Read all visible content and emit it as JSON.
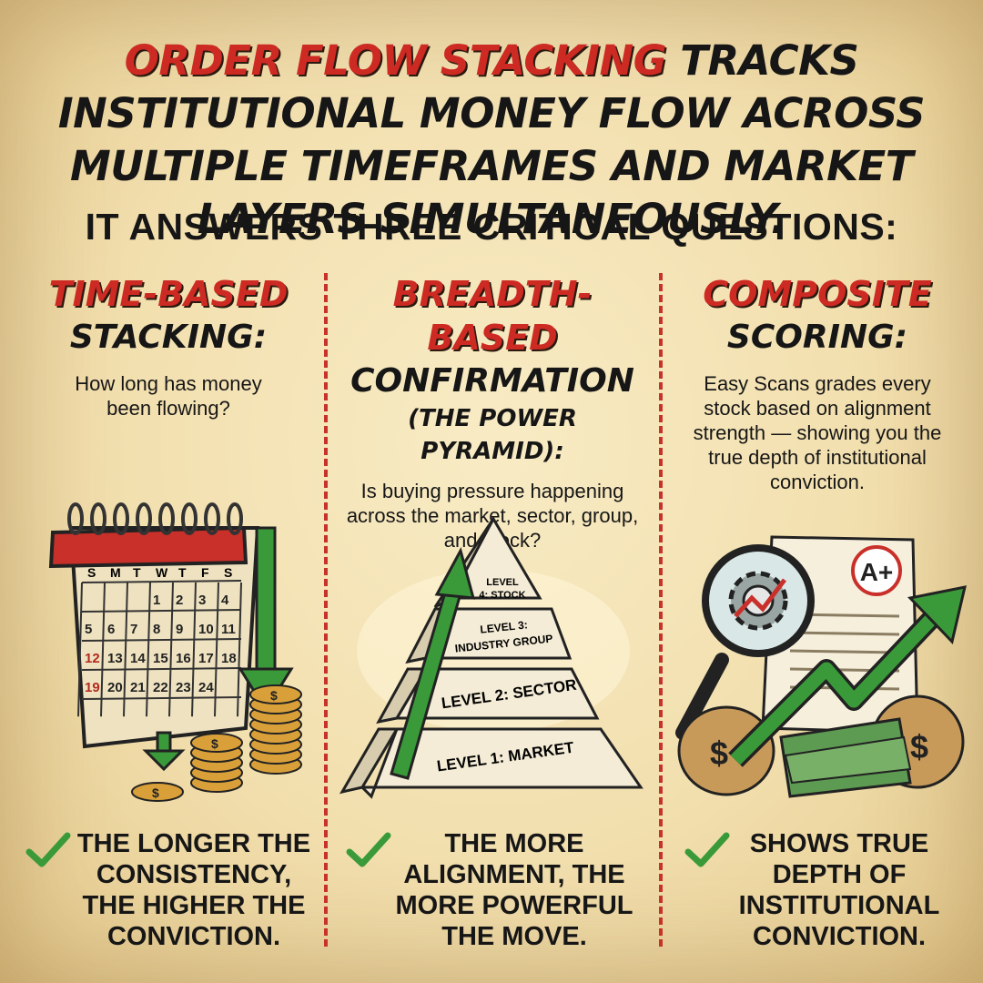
{
  "headline": {
    "highlight": "ORDER FLOW STACKING",
    "rest": " TRACKS INSTITUTIONAL MONEY FLOW ACROSS MULTIPLE TIMEFRAMES AND MARKET LAYERS SIMULTANEOUSLY."
  },
  "subhead": "IT ANSWERS THREE CRITICAL QUESTIONS:",
  "columns": [
    {
      "title_red": "TIME-BASED",
      "title_black": "STACKING:",
      "question": "How long has money been flowing?",
      "takeaway": "THE LONGER THE CONSISTENCY, THE HIGHER THE CONVICTION."
    },
    {
      "title_red": "BREADTH-BASED",
      "title_black": "CONFIRMATION",
      "title_sub": "(THE POWER PYRAMID):",
      "question": "Is buying pressure happening across the market, sector, group, and stock?",
      "takeaway": "THE MORE ALIGNMENT, THE MORE POWERFUL THE MOVE."
    },
    {
      "title_red": "COMPOSITE",
      "title_black": "SCORING:",
      "question": "Easy Scans grades every stock based on alignment strength — showing you the true depth of institutional conviction.",
      "takeaway": "SHOWS TRUE DEPTH OF INSTITUTIONAL CONVICTION."
    }
  ],
  "calendar": {
    "days": [
      "S",
      "M",
      "T",
      "W",
      "T",
      "F",
      "S"
    ],
    "rows": [
      [
        "",
        "",
        "",
        "",
        "1",
        "2",
        "3",
        "4"
      ],
      [
        "5",
        "6",
        "7",
        "8",
        "9",
        "10",
        "11"
      ],
      [
        "12",
        "13",
        "14",
        "15",
        "16",
        "17",
        "18"
      ],
      [
        "19",
        "20",
        "21",
        "22",
        "23",
        "24",
        ""
      ]
    ],
    "coin_symbol": "$"
  },
  "pyramid": {
    "levels": [
      "LEVEL 1: MARKET",
      "LEVEL 2: SECTOR",
      "LEVEL 3:",
      "INDUSTRY GROUP",
      "LEVEL",
      "4: STOCK"
    ]
  },
  "scoring": {
    "grade": "A+",
    "bag_symbol": "$"
  },
  "colors": {
    "accent_red": "#cc2a22",
    "green": "#3a9a3a",
    "paper": "#f2dfae",
    "divider": "#c7322a"
  }
}
